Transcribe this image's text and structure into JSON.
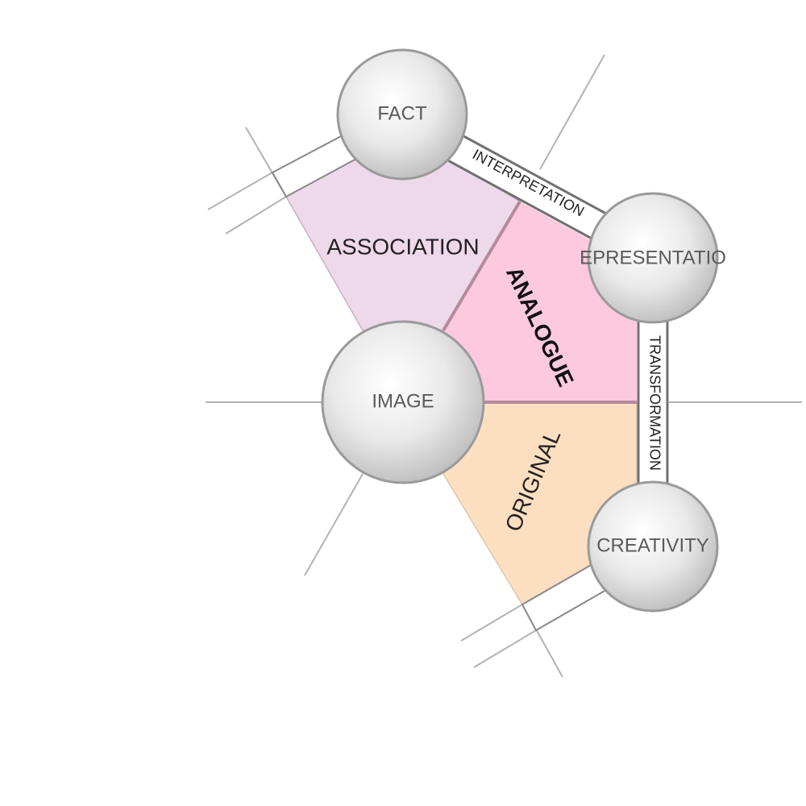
{
  "nodes": {
    "fact": "FACT",
    "representation": "EPRESENTATIO",
    "image": "IMAGE",
    "creativity": "CREATIVITY"
  },
  "regions": {
    "association": "ASSOCIATION",
    "analogue": "ANALOGUE",
    "original": "ORIGINAL"
  },
  "edges": {
    "interpretation": "INTERPRETATION",
    "transformation": "TRANSFORMATION"
  },
  "colors": {
    "association": "#eed9ea",
    "analogue": "#fcc9df",
    "original": "#fcdfc1",
    "node_gradient_center": "#ffffff",
    "node_gradient_edge": "#c4c4c4",
    "node_stroke": "#999999"
  }
}
